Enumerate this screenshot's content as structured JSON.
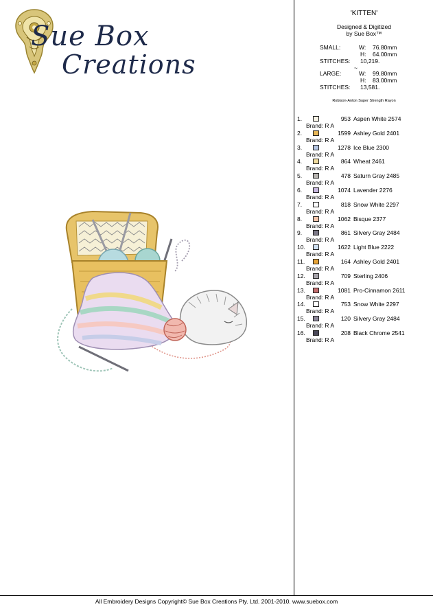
{
  "logo": {
    "line1": "Sue Box",
    "line2": "Creations"
  },
  "design": {
    "title": "'KITTEN'",
    "designed_line1": "Designed & Digitized",
    "designed_line2": "by Sue Box™"
  },
  "sizes": {
    "small": {
      "label": "SMALL:",
      "w_label": "W:",
      "w": "76.80mm",
      "h_label": "H:",
      "h": "64.00mm",
      "stitches_label": "STITCHES:",
      "stitches": "10,219."
    },
    "separator": "~",
    "large": {
      "label": "LARGE:",
      "w_label": "W:",
      "w": "99.80mm",
      "h_label": "H:",
      "h": "83.00mm",
      "stitches_label": "STITCHES:",
      "stitches": "13,581."
    }
  },
  "thread_brand": "Robison-Anton Super Strength Rayon",
  "threads": [
    {
      "num": "1.",
      "code": "953",
      "name": "Aspen White 2574",
      "brand": "Brand: R A",
      "color": "#f7f3e6"
    },
    {
      "num": "2.",
      "code": "1599",
      "name": "Ashley Gold 2401",
      "brand": "Brand: R A",
      "color": "#e8b757"
    },
    {
      "num": "3.",
      "code": "1278",
      "name": "Ice Blue 2300",
      "brand": "Brand: R A",
      "color": "#b7c8e6"
    },
    {
      "num": "4.",
      "code": "864",
      "name": "Wheat 2461",
      "brand": "Brand: R A",
      "color": "#f1dc9e"
    },
    {
      "num": "5.",
      "code": "478",
      "name": "Saturn Gray 2485",
      "brand": "Brand: R A",
      "color": "#b9b6b2"
    },
    {
      "num": "6.",
      "code": "1074",
      "name": "Lavender 2276",
      "brand": "Brand: R A",
      "color": "#c9b8e0"
    },
    {
      "num": "7.",
      "code": "818",
      "name": "Snow White 2297",
      "brand": "Brand: R A",
      "color": "#ffffff"
    },
    {
      "num": "8.",
      "code": "1062",
      "name": "Bisque 2377",
      "brand": "Brand: R A",
      "color": "#f3c3a8"
    },
    {
      "num": "9.",
      "code": "861",
      "name": "Silvery Gray 2484",
      "brand": "Brand: R A",
      "color": "#7d7a88"
    },
    {
      "num": "10.",
      "code": "1622",
      "name": "Light Blue 2222",
      "brand": "Brand: R A",
      "color": "#cfe0f2"
    },
    {
      "num": "11.",
      "code": "164",
      "name": "Ashley Gold 2401",
      "brand": "Brand: R A",
      "color": "#e8a538"
    },
    {
      "num": "12.",
      "code": "709",
      "name": "Sterling 2406",
      "brand": "Brand: R A",
      "color": "#a7a4ab"
    },
    {
      "num": "13.",
      "code": "1081",
      "name": "Pro-Cinnamon 2611",
      "brand": "Brand: R A",
      "color": "#c56e6e"
    },
    {
      "num": "14.",
      "code": "753",
      "name": "Snow White 2297",
      "brand": "Brand: R A",
      "color": "#ffffff"
    },
    {
      "num": "15.",
      "code": "120",
      "name": "Silvery Gray 2484",
      "brand": "Brand: R A",
      "color": "#8c8799"
    },
    {
      "num": "16.",
      "code": "208",
      "name": "Black Chrome 2541",
      "brand": "Brand: R A",
      "color": "#4a4858"
    }
  ],
  "footer": "All Embroidery Designs Copyright© Sue Box Creations Pty. Ltd. 2001-2010. www.suebox.com"
}
